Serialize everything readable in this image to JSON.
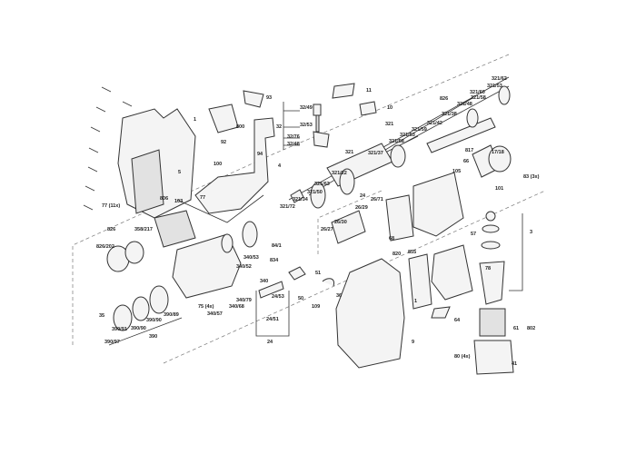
{
  "labels": [
    "1",
    "800",
    "93",
    "92",
    "94",
    "4",
    "100",
    "5",
    "806",
    "103",
    "77",
    "77 (11x)",
    "32/49",
    "32/53",
    "32/76",
    "32/48",
    "32",
    "11",
    "10",
    "321/62",
    "321/53",
    "321/60",
    "321/58",
    "321/48",
    "826",
    "321/38",
    "321/42",
    "321/59",
    "321",
    "321/53",
    "321/58",
    "321/37",
    "321",
    "321/22",
    "321/63",
    "321/50",
    "321/34",
    "321/72",
    "817",
    "66",
    "105",
    "17/18",
    "101",
    "83 (3x)",
    "24",
    "26/29",
    "26/71",
    "26/30",
    "26/27",
    "68",
    "820",
    "855",
    "57",
    "3",
    "78",
    "1",
    "64",
    "61",
    "802",
    "80 (4x)",
    "41",
    "9",
    "826",
    "826/202",
    "358/217",
    "84/1",
    "340/53",
    "340/52",
    "834",
    "340",
    "51",
    "50",
    "36",
    "109",
    "24/53",
    "24/51",
    "24",
    "340/79",
    "340/68",
    "75 (4x)",
    "340/57",
    "35",
    "390/91",
    "390/90",
    "390/90",
    "390/89",
    "390",
    "390/97"
  ]
}
